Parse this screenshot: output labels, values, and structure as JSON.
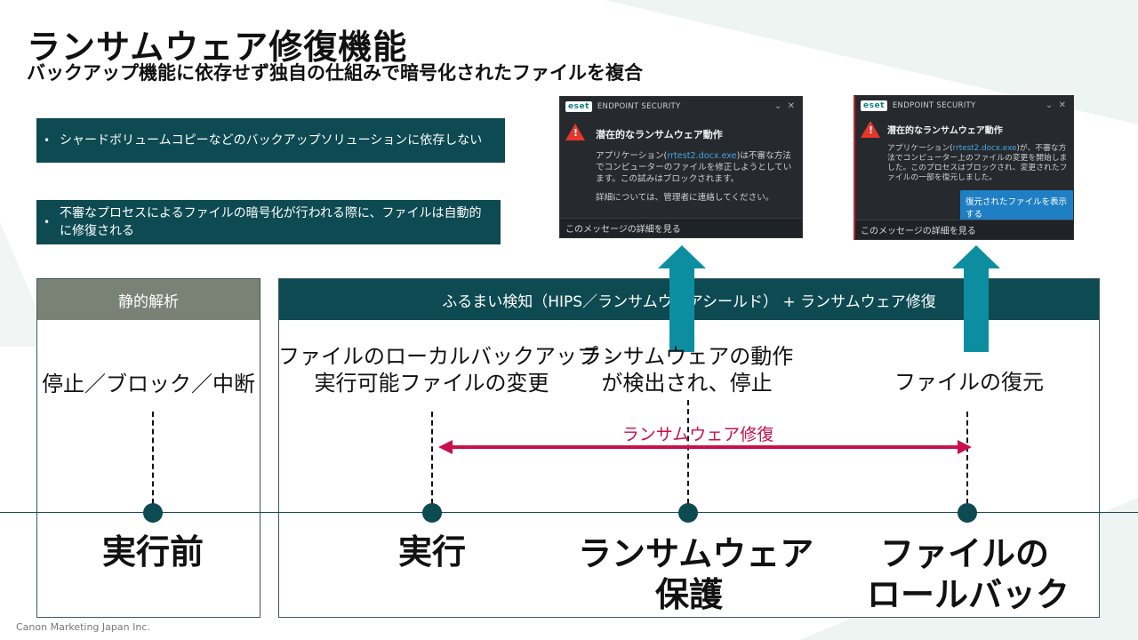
{
  "title": "ランサムウェア修復機能",
  "subtitle": "バックアップ機能に依存せず独自の仕組みで暗号化されたファイルを複合",
  "bullets": [
    "シャードボリュームコピーなどのバックアップソリューションに依存しない",
    "不審なプロセスによるファイルの暗号化が行われる際に、ファイルは自動的に修復される"
  ],
  "popup1": {
    "logo": "eset",
    "product": "ENDPOINT SECURITY",
    "alert_title": "潜在的なランサムウェア動作",
    "body_prefix": "アプリケーション(",
    "body_link": "rrtest2.docx.exe",
    "body_suffix": ")は不審な方法でコンピューターのファイルを修正しようとしています。この試みはブロックされます。",
    "body_admin": "詳細については、管理者に連絡してください。",
    "footer": "このメッセージの詳細を見る"
  },
  "popup2": {
    "logo": "eset",
    "product": "ENDPOINT SECURITY",
    "alert_title": "潜在的なランサムウェア動作",
    "body_prefix": "アプリケーション(",
    "body_link": "rrtest2.docx.exe",
    "body_suffix": ")が、不審な方法でコンピューター上のファイルの変更を開始しました。このプロセスはブロックされ、変更されたファイルの一部を復元しました。",
    "button": "復元されたファイルを表示する",
    "footer": "このメッセージの詳細を見る"
  },
  "panels": {
    "static_header": "静的解析",
    "behavior_header": "ふるまい検知（HIPS／ランサムウェアシールド） + ランサムウェア修復"
  },
  "stages": {
    "static_text": "停止／ブロック／中断",
    "exec_text_line1": "ファイルのローカルバックアップ -",
    "exec_text_line2": "実行可能ファイルの変更",
    "protect_text_line1": "ランサムウェアの動作",
    "protect_text_line2": "が検出され、停止",
    "rollback_text": "ファイルの復元"
  },
  "recovery_label": "ランサムウェア修復",
  "labels": {
    "before": "実行前",
    "exec": "実行",
    "protect_line1": "ランサムウェア",
    "protect_line2": "保護",
    "rollback_line1": "ファイルの",
    "rollback_line2": "ロールバック"
  },
  "credit": "Canon Marketing Japan Inc.",
  "colors": {
    "teal_dark": "#0d4a52",
    "gray_header": "#7a8276",
    "arrow_teal": "#0d8ea0",
    "recovery_pink": "#c8114a"
  }
}
